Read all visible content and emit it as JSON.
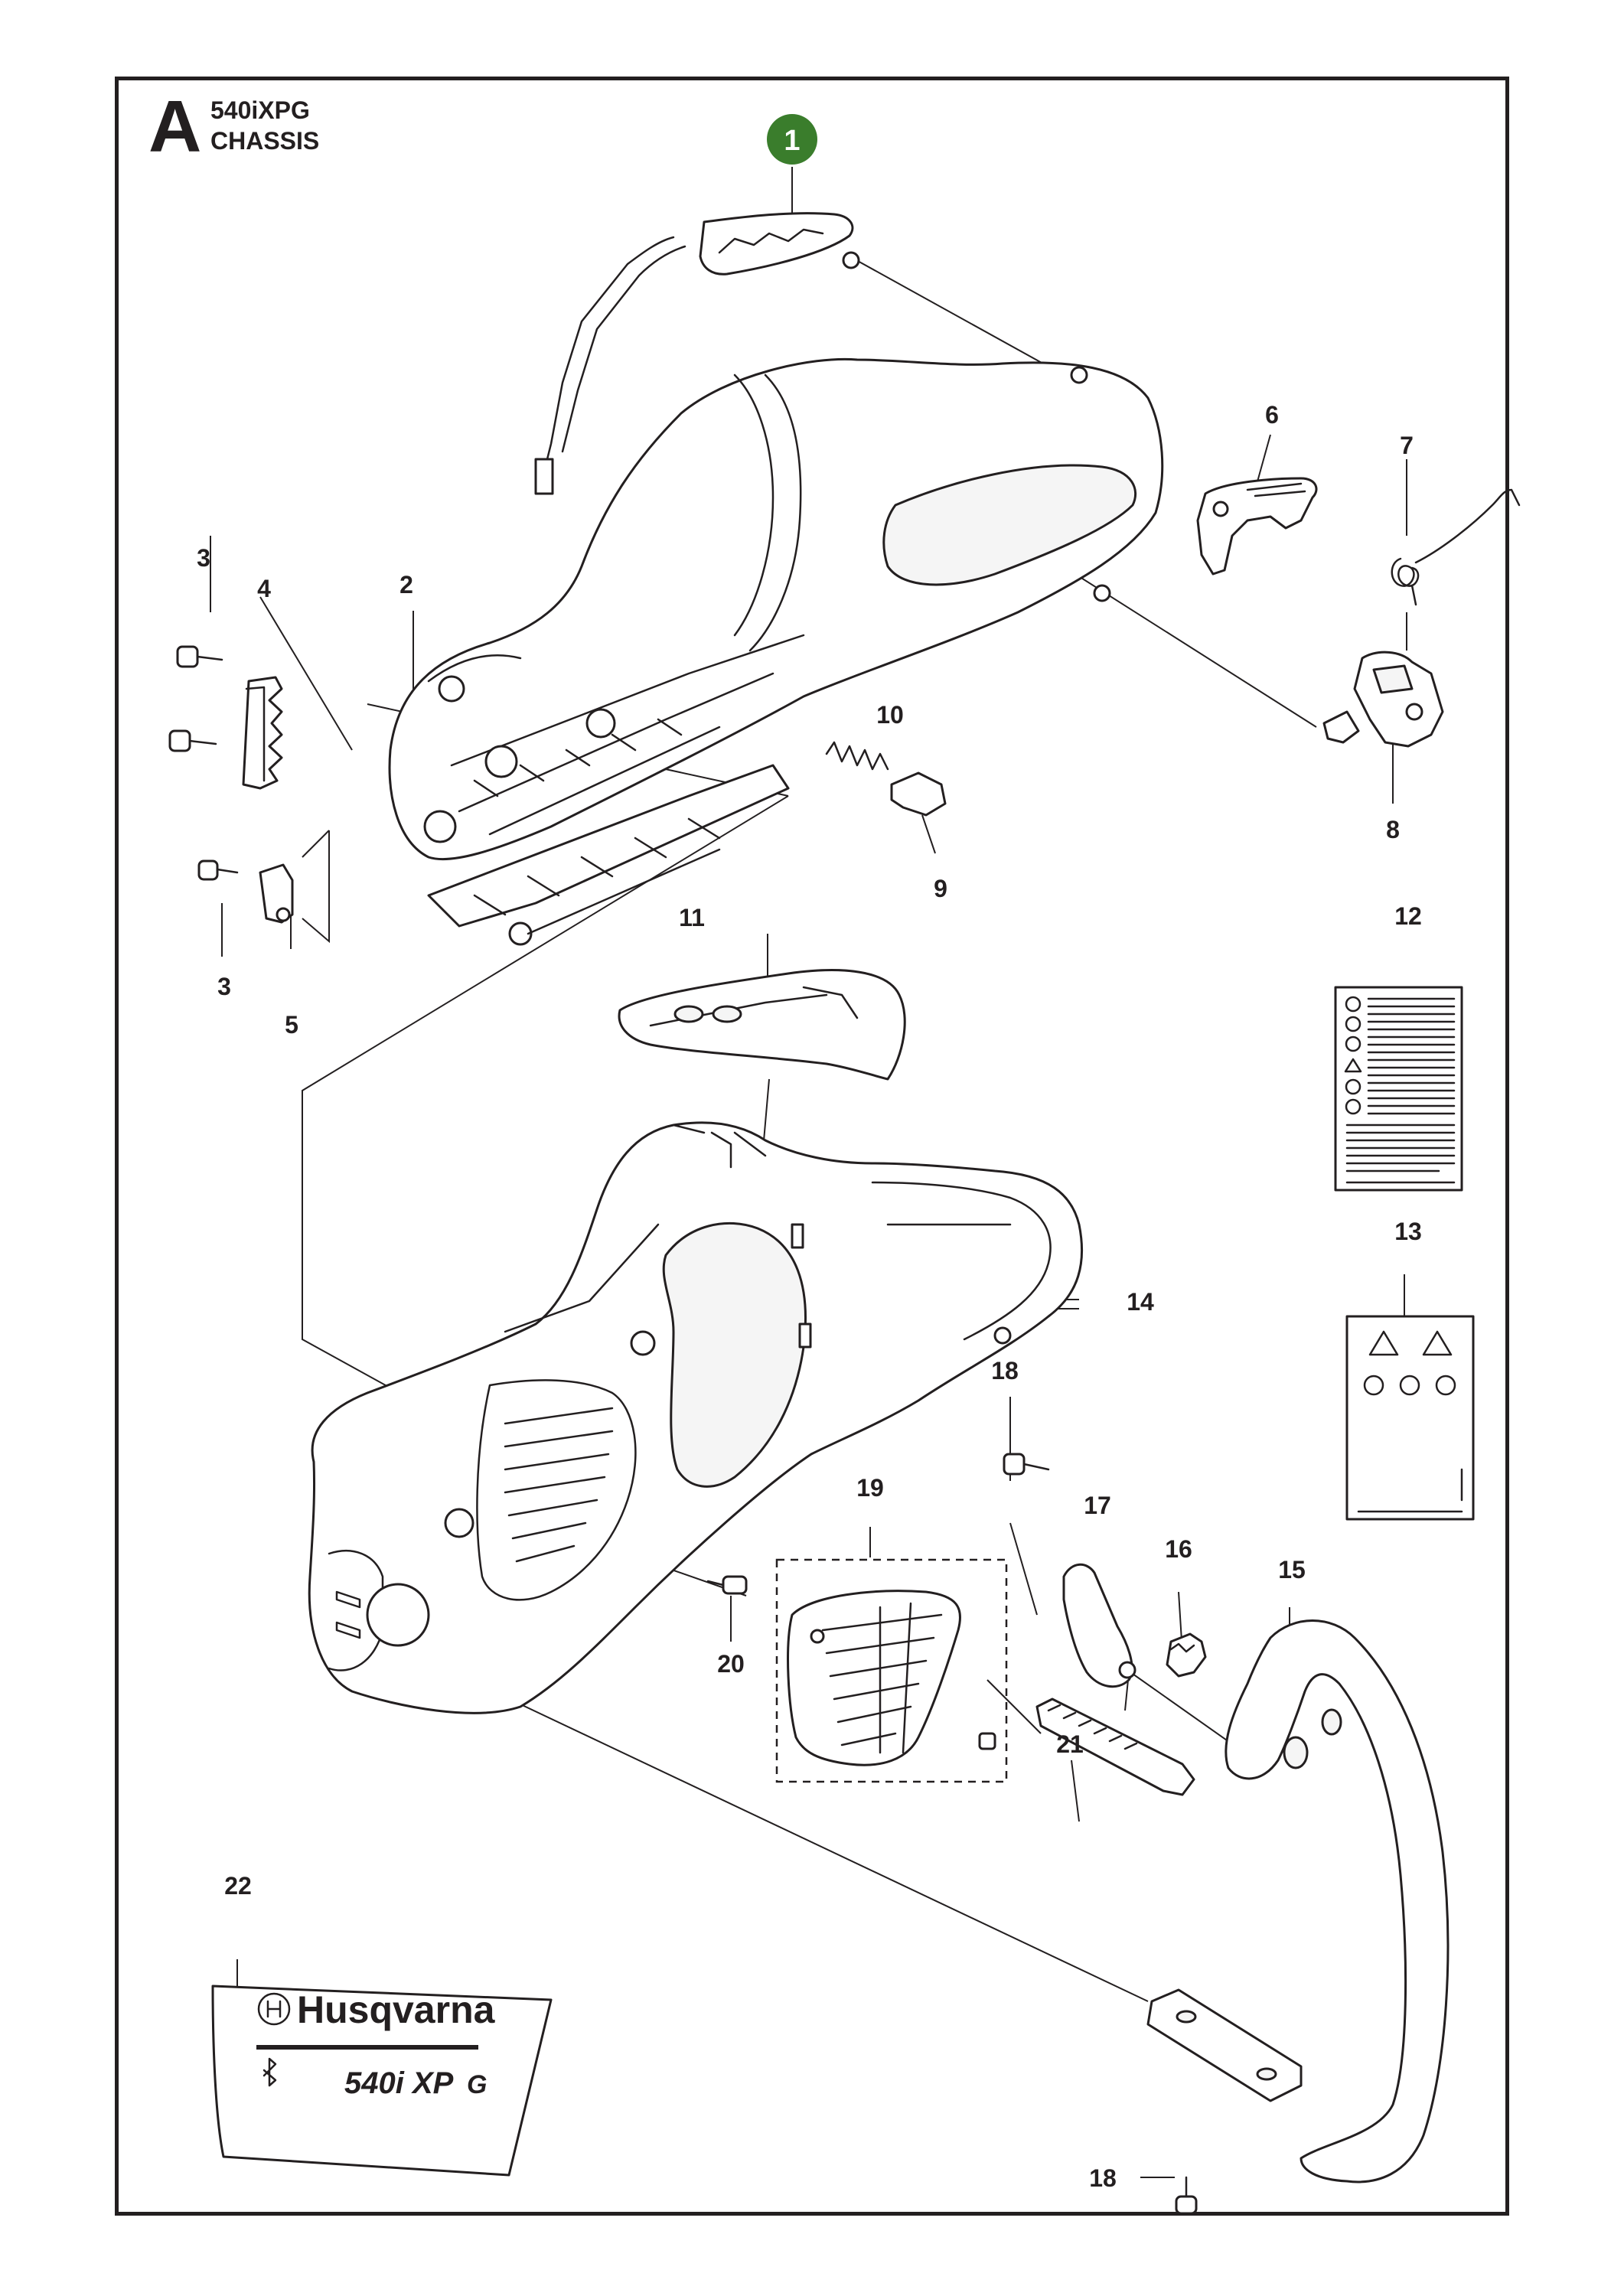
{
  "header": {
    "section_letter": "A",
    "model": "540iXPG",
    "section": "CHASSIS"
  },
  "highlight": {
    "number": "1",
    "color": "#3a7d2c"
  },
  "callouts": [
    "2",
    "3",
    "3",
    "4",
    "5",
    "6",
    "7",
    "8",
    "9",
    "10",
    "11",
    "12",
    "13",
    "14",
    "15",
    "16",
    "17",
    "18",
    "18",
    "19",
    "20",
    "21",
    "22"
  ],
  "decal": {
    "brand": "Husqvarna",
    "model_text": "540i XP",
    "model_suffix": "G"
  },
  "icons": [
    "bluetooth-icon",
    "husqvarna-crown-icon",
    "warning-triangle-icon",
    "chainsaw-kickback-icon",
    "eye-protection-icon",
    "ear-protection-icon",
    "helmet-icon"
  ]
}
